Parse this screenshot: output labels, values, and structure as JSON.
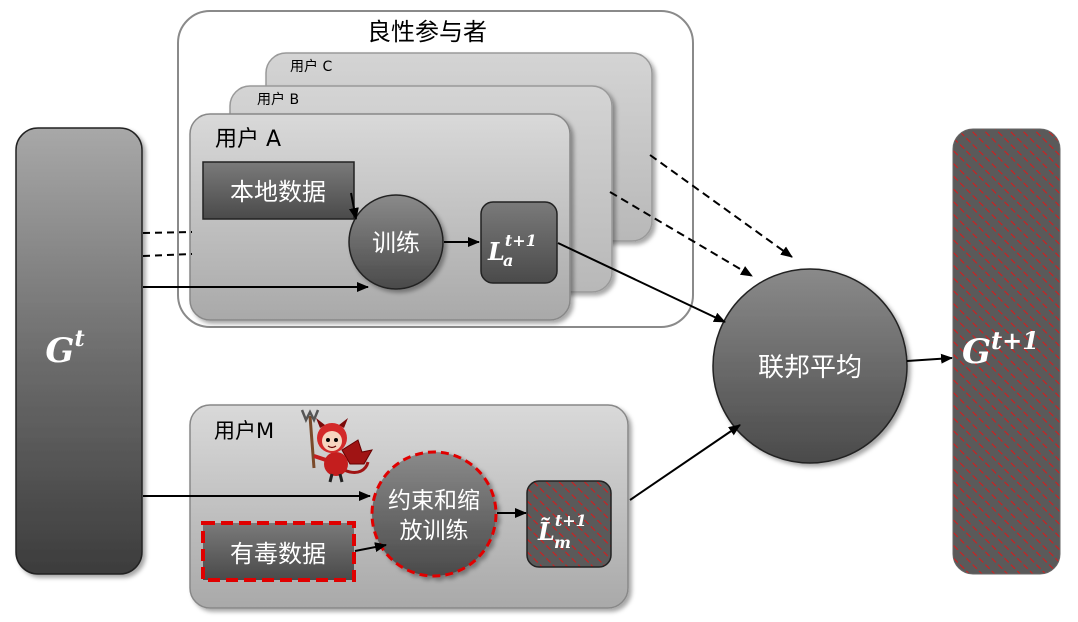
{
  "benign": {
    "title": "良性参与者",
    "user_c": "用户 C",
    "user_b": "用户 B",
    "user_a": "用户 A",
    "local_data": "本地数据",
    "train": "训练"
  },
  "global_model": {
    "base": "G",
    "superscript": "t"
  },
  "local_model_a": {
    "base": "L",
    "superscript": "t+1",
    "subscript": "a"
  },
  "aggregation": {
    "label": "联邦平均"
  },
  "next_global_model": {
    "base": "G",
    "superscript": "t+1"
  },
  "malicious": {
    "user_m": "用户M",
    "constrain_line1": "约束和缩",
    "constrain_line2": "放训练",
    "poison_data": "有毒数据",
    "model_base": "L̃",
    "model_superscript": "t+1",
    "model_subscript": "m"
  },
  "colors": {
    "poison_accent": "#e00000",
    "hatch_base": "#5a5a5a"
  }
}
